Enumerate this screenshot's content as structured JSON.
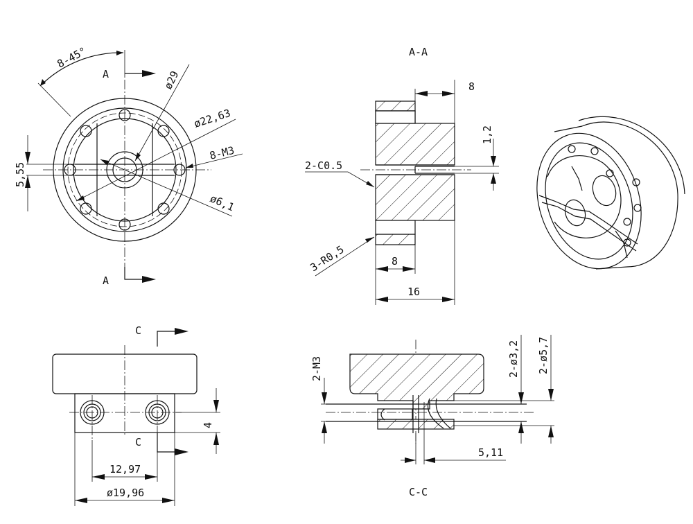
{
  "views": {
    "front": {
      "angle_label": "8-45°",
      "section_mark_top": "A",
      "section_mark_bottom": "A",
      "dim_outer_dia": "ø29",
      "dim_pcd": "ø22,63",
      "dim_holes": "8-M3",
      "dim_bore": "ø6,1",
      "dim_slot": "5,55"
    },
    "section_aa": {
      "title": "A-A",
      "dim_top": "8",
      "dim_slot_width": "1,2",
      "chamfer_label": "2-C0.5",
      "radius_label": "3-R0,5",
      "dim_bottom_inner": "8",
      "dim_total": "16"
    },
    "side": {
      "section_mark_top": "C",
      "section_mark_bottom": "C",
      "dim_height": "4",
      "dim_hole_spacing": "12,97",
      "dim_width": "ø19,96"
    },
    "section_cc": {
      "title": "C-C",
      "dim_thread": "2-M3",
      "dim_bore1": "2-ø3,2",
      "dim_bore2": "2-ø5,7",
      "dim_offset": "5,11"
    }
  }
}
